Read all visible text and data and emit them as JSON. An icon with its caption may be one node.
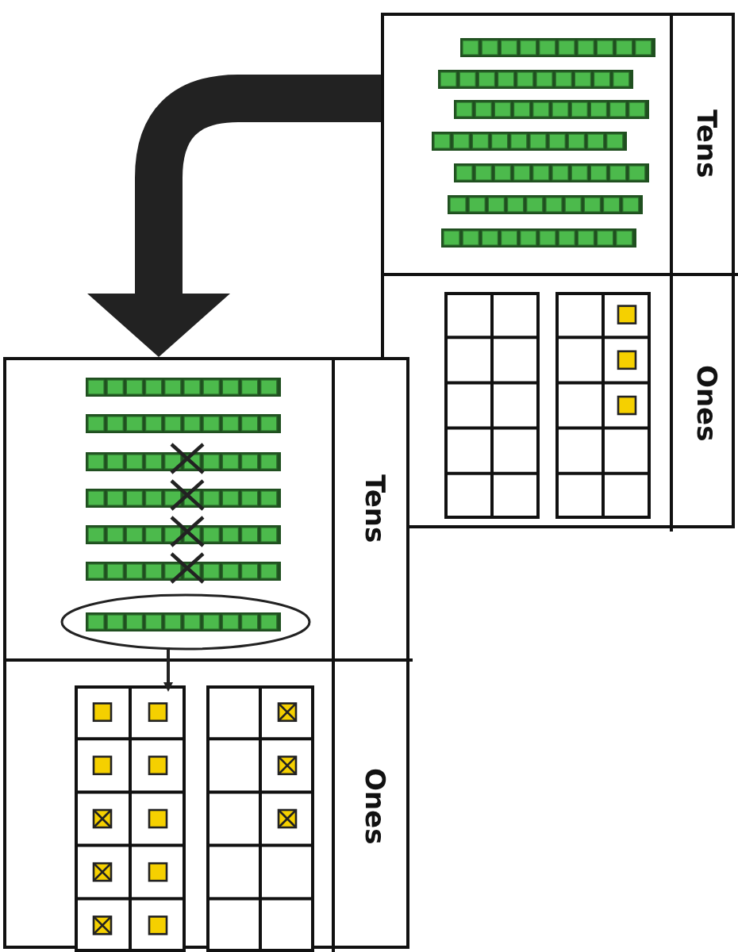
{
  "diagram": {
    "nodes": [
      {
        "text": [],
        "shape": "box"
      },
      {
        "text": [
          "Tens"
        ],
        "in": 0
      },
      {
        "text": [],
        "shape": "bar",
        "in": 1
      },
      {
        "text": [],
        "shape": "bar",
        "in": 1
      },
      {
        "text": [],
        "shape": "bar",
        "in": 1
      },
      {
        "text": [],
        "shape": "bar",
        "in": 1
      },
      {
        "text": [],
        "shape": "bar",
        "in": 1
      },
      {
        "text": [],
        "shape": "bar",
        "in": 1
      },
      {
        "text": [],
        "shape": "bar",
        "in": 1
      },
      {
        "text": [
          "Ones"
        ],
        "in": 0
      },
      {
        "text": [],
        "shape": "box",
        "in": 9
      },
      {
        "text": [],
        "shape": "box",
        "in": 9
      },
      {
        "text": [],
        "shape": "box"
      },
      {
        "text": [
          "Tens"
        ],
        "in": 12
      },
      {
        "text": [],
        "shape": "bar",
        "in": 13
      },
      {
        "text": [],
        "shape": "bar",
        "in": 13
      },
      {
        "text": [],
        "shape": "bar",
        "in": 13
      },
      {
        "text": [],
        "shape": "bar",
        "in": 13
      },
      {
        "text": [],
        "shape": "bar",
        "in": 13
      },
      {
        "text": [],
        "shape": "bar",
        "in": 13
      },
      {
        "text": [],
        "shape": "ellipse",
        "in": 13
      },
      {
        "text": [],
        "shape": "bar",
        "in": 20
      },
      {
        "text": [
          "Ones"
        ],
        "in": 12
      },
      {
        "text": [],
        "shape": "box",
        "in": 22
      },
      {
        "text": [],
        "shape": "box",
        "in": 22
      }
    ],
    "edges": [
      {
        "from": 0,
        "to": 12,
        "arrow": "to",
        "style": "thick"
      },
      {
        "from": 20,
        "to": 23,
        "arrow": "to"
      }
    ]
  }
}
